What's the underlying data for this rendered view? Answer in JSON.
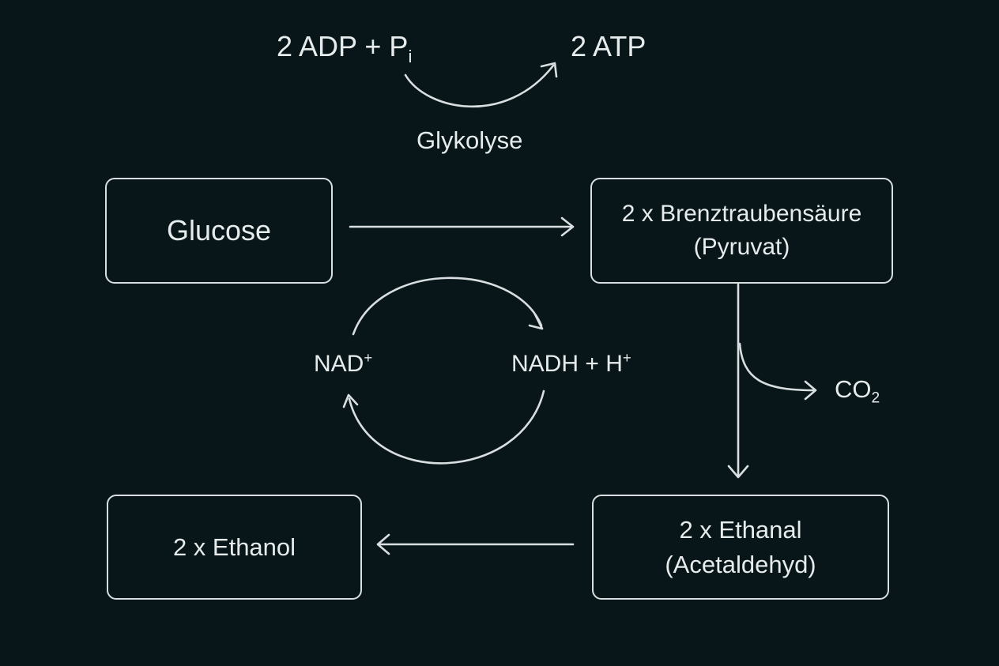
{
  "colors": {
    "background": "#08161a",
    "stroke": "#d9dfe1",
    "text": "#e6ebec"
  },
  "atp_reaction": {
    "reactant": "2 ADP + P",
    "reactant_subscript": "i",
    "product": "2 ATP",
    "label": "Glykolyse"
  },
  "nodes": {
    "glucose": {
      "label": "Glucose"
    },
    "pyruvate": {
      "line1": "2 x Brenztraubensäure",
      "line2": "(Pyruvat)"
    },
    "ethanal": {
      "line1": "2 x Ethanal",
      "line2": "(Acetaldehyd)"
    },
    "ethanol": {
      "label": "2 x Ethanol"
    }
  },
  "cofactors": {
    "nad": "NAD",
    "nad_charge": "+",
    "nadh": "NADH + H",
    "nadh_charge": "+"
  },
  "co2": {
    "formula": "CO",
    "subscript": "2"
  }
}
